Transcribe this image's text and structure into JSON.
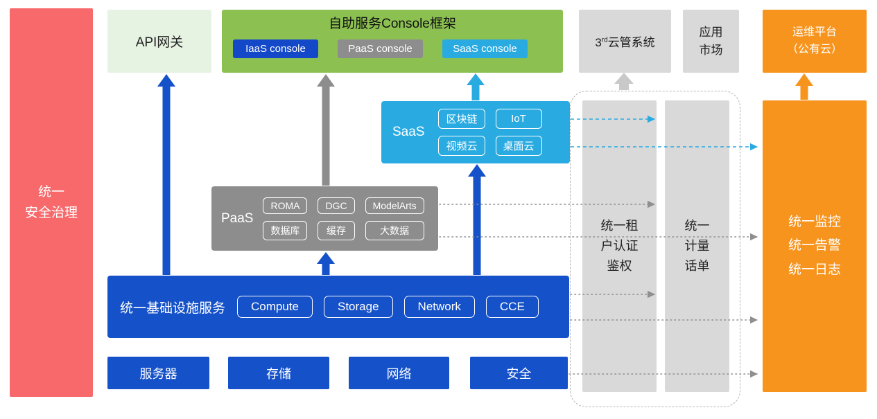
{
  "colors": {
    "blue": "#1551c8",
    "iaas_blue": "#1348c8",
    "gray": "#8d8d8d",
    "light_gray": "#d9d9d9",
    "cyan": "#29abe2",
    "green": "#8cc152",
    "pale_green": "#e7f3e2",
    "orange": "#f7941e",
    "red": "#f8696b"
  },
  "left_bar": {
    "label": "统一\n安全治理"
  },
  "api_gateway": {
    "label": "API网关"
  },
  "console_frame": {
    "title": "自助服务Console框架",
    "buttons": [
      {
        "label": "IaaS console"
      },
      {
        "label": "PaaS console"
      },
      {
        "label": "SaaS console"
      }
    ]
  },
  "third_party": {
    "prefix": "3",
    "sup": "rd",
    "suffix": "云管系统"
  },
  "app_market": {
    "label": "应用\n市场"
  },
  "ops_platform": {
    "label": "运维平台\n（公有云）"
  },
  "saas": {
    "label": "SaaS",
    "chips": [
      "区块链",
      "IoT",
      "视频云",
      "桌面云"
    ]
  },
  "paas": {
    "label": "PaaS",
    "chips": [
      "ROMA",
      "DGC",
      "ModelArts",
      "数据库",
      "缓存",
      "大数据"
    ]
  },
  "infra": {
    "label": "统一基础设施服务",
    "chips": [
      "Compute",
      "Storage",
      "Network",
      "CCE"
    ]
  },
  "bottom_boxes": [
    "服务器",
    "存储",
    "网络",
    "安全"
  ],
  "auth_column": {
    "label": "统一租\n户认证\n鉴权"
  },
  "metering_column": {
    "label": "统一\n计量\n话单"
  },
  "monitor_bar": {
    "label": "统一监控\n统一告警\n统一日志"
  }
}
